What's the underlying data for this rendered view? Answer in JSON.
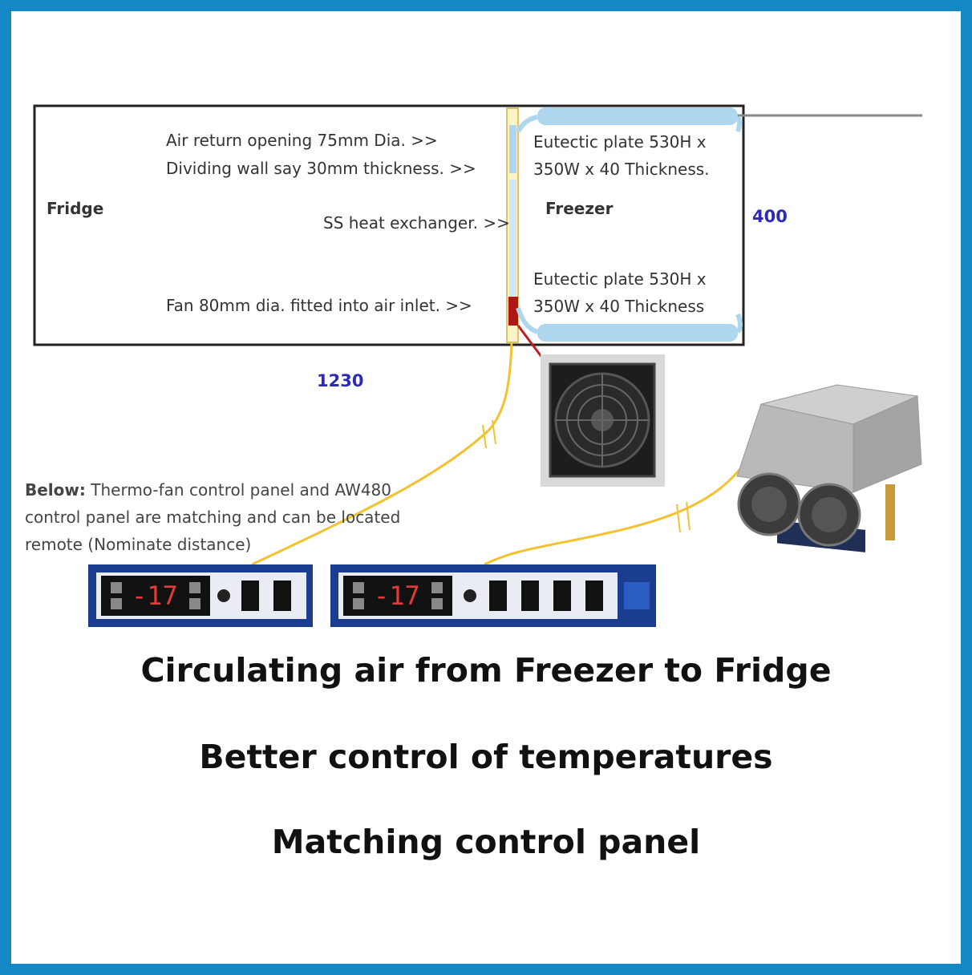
{
  "labels": {
    "fridge": "Fridge",
    "freezer": "Freezer",
    "air_return": "Air return opening 75mm Dia.  >>",
    "dividing_wall": "Dividing wall say 30mm thickness. >>",
    "heat_exchanger": "SS heat exchanger. >>",
    "fan": "Fan 80mm dia. fitted into air inlet.  >>",
    "plate_top_1": "Eutectic plate 530H x",
    "plate_top_2": "350W x 40 Thickness.",
    "plate_bottom_1": "Eutectic plate 530H x",
    "plate_bottom_2": "350W x 40 Thickness"
  },
  "dimensions": {
    "length": "1230",
    "height": "400"
  },
  "note": {
    "prefix": "Below:",
    "line1": " Thermo-fan control panel and AW480",
    "line2": "control panel are matching and can be located",
    "line3": "remote (Nominate distance)"
  },
  "panels": {
    "display_value": "-17"
  },
  "captions": [
    "Circulating air from Freezer to Fridge",
    "Better control of temperatures",
    "Matching control panel"
  ],
  "colors": {
    "frame": "#1589c6",
    "dimension": "#2b2bb3",
    "wire": "#f2c230",
    "plate": "#aed6ef",
    "fan_block": "#b01616",
    "panel_blue": "#1a3d8f"
  }
}
